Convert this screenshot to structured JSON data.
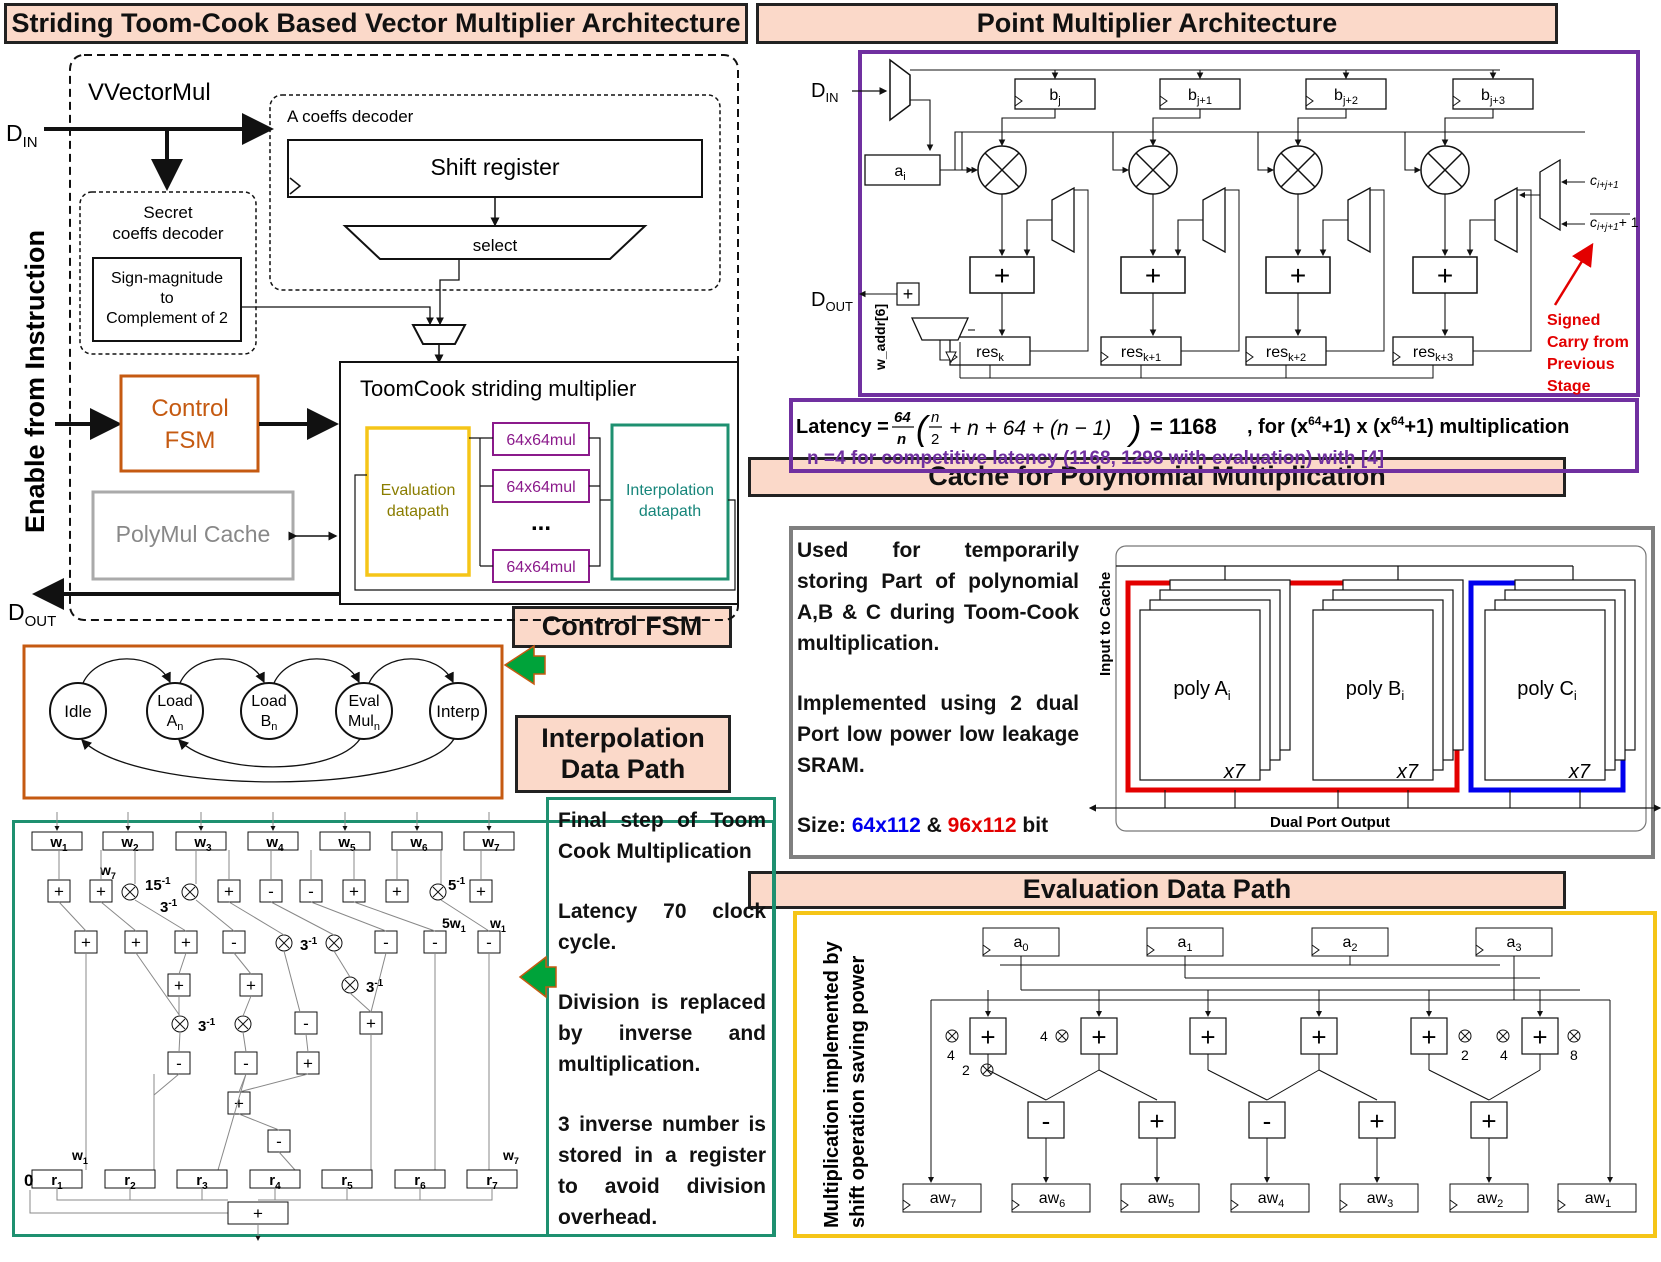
{
  "titles": {
    "vector": "Striding Toom-Cook Based Vector Multiplier Architecture",
    "point": "Point Multiplier Architecture",
    "cache": "Cache for Polynomial Multiplication",
    "fsm": "Control FSM",
    "interp": "Interpolation Data Path",
    "eval": "Evaluation Data Path"
  },
  "vector": {
    "din": "D",
    "din_sub": "IN",
    "dout": "D",
    "dout_sub": "OUT",
    "enable": "Enable from Instruction",
    "vvectormul": "VVectorMul",
    "a_decoder": "A coeffs decoder",
    "shift_register": "Shift register",
    "select": "select",
    "secret_decoder_1": "Secret",
    "secret_decoder_2": "coeffs decoder",
    "sign_mag_1": "Sign-magnitude",
    "sign_mag_2": "to",
    "sign_mag_3": "Complement of 2",
    "control_fsm_1": "Control",
    "control_fsm_2": "FSM",
    "polymul_cache": "PolyMul Cache",
    "toomcook": "ToomCook striding multiplier",
    "evaluation_1": "Evaluation",
    "evaluation_2": "datapath",
    "mul": "64x64mul",
    "ellipsis": "...",
    "interpolation_1": "Interpolation",
    "interpolation_2": "datapath"
  },
  "point": {
    "din": "D",
    "din_sub": "IN",
    "dout": "D",
    "dout_sub": "OUT",
    "ai": "a",
    "ai_sub": "i",
    "b": [
      [
        "b",
        "j"
      ],
      [
        "b",
        "j+1"
      ],
      [
        "b",
        "j+2"
      ],
      [
        "b",
        "j+3"
      ]
    ],
    "res": [
      [
        "res",
        "k"
      ],
      [
        "res",
        "k+1"
      ],
      [
        "res",
        "k+2"
      ],
      [
        "res",
        "k+3"
      ]
    ],
    "w_addr": "w_addr[6]",
    "carry_in_1": "c",
    "carry_in_1_sub": "i+j+1",
    "carry_in_2_sub": "i+j+1",
    "carry_in_plus": "+ 1",
    "signed_carry_1": "Signed",
    "signed_carry_2": "Carry from",
    "signed_carry_3": "Previous",
    "signed_carry_4": "Stage",
    "latency_label": "Latency =",
    "latency_equals": "= 1168",
    "latency_suffix": ", for (x",
    "latency_exp": "64",
    "latency_suffix2": "+1) x (x",
    "latency_suffix3": "+1) multiplication",
    "latency_note": "n =4 for competitive latency (1168, 1298 with evaluation) with [4]"
  },
  "cache": {
    "p1": "Used for temporarily storing Part of polynomial A,B & C during Toom-Cook multiplication.",
    "p2": "Implemented using 2 dual Port low power low leakage SRAM.",
    "size_label": "Size:",
    "size_a": "64x112",
    "size_amp": "&",
    "size_b": "96x112",
    "size_unit": "bit",
    "input_label": "Input to Cache",
    "output_label": "Dual Port Output",
    "polys": [
      [
        "poly A",
        "i"
      ],
      [
        "poly B",
        "i"
      ],
      [
        "poly C",
        "i"
      ]
    ],
    "count": "x7"
  },
  "fsm": {
    "states": [
      [
        "Idle",
        ""
      ],
      [
        "Load",
        "A",
        "n"
      ],
      [
        "Load",
        "B",
        "n"
      ],
      [
        "Eval",
        "Mul",
        "n"
      ],
      [
        "Interp",
        ""
      ]
    ]
  },
  "interp": {
    "desc_p1": "Final step of Toom Cook Multiplication",
    "desc_p2": "Latency 70 clock cycle.",
    "desc_p3": "Division is replaced by inverse and multiplication.",
    "desc_p4": "3 inverse number is stored in a register to avoid division overhead.",
    "w_inputs": [
      "w1",
      "w2",
      "w3",
      "w4",
      "w5",
      "w6",
      "w7"
    ],
    "r_outputs": [
      "r1",
      "r2",
      "r3",
      "r4",
      "r5",
      "r6",
      "r7"
    ],
    "zero": "0",
    "c15": "15",
    "c3a": "3",
    "c5": "5",
    "c5w1": "5w",
    "c3b": "3",
    "c3c": "3",
    "c3d": "3",
    "inv": "-1",
    "w7_label": "w",
    "w1_label": "w"
  },
  "eval": {
    "side_1": "Multiplication implemented by",
    "side_2": "shift operation saving power",
    "inputs": [
      [
        "a",
        "0"
      ],
      [
        "a",
        "1"
      ],
      [
        "a",
        "2"
      ],
      [
        "a",
        "3"
      ]
    ],
    "outputs": [
      [
        "aw",
        "7"
      ],
      [
        "aw",
        "6"
      ],
      [
        "aw",
        "5"
      ],
      [
        "aw",
        "4"
      ],
      [
        "aw",
        "3"
      ],
      [
        "aw",
        "2"
      ],
      [
        "aw",
        "1"
      ]
    ],
    "consts": [
      "4",
      "4",
      "2",
      "2",
      "4",
      "8"
    ]
  },
  "colors": {
    "header_bg": "#fbd9c9",
    "point_border": "#7030a0",
    "eval_border": "#f5c518",
    "interp_border": "#1e9070",
    "fsm_border": "#c55a11",
    "cache_border": "#7f7f7f",
    "red": "#e30000",
    "blue": "#0000ee",
    "mul_purple": "#8b1a8b",
    "eval_text": "#8a7d00",
    "interp_text": "#16857a",
    "green_arrow": "#00a33a"
  }
}
